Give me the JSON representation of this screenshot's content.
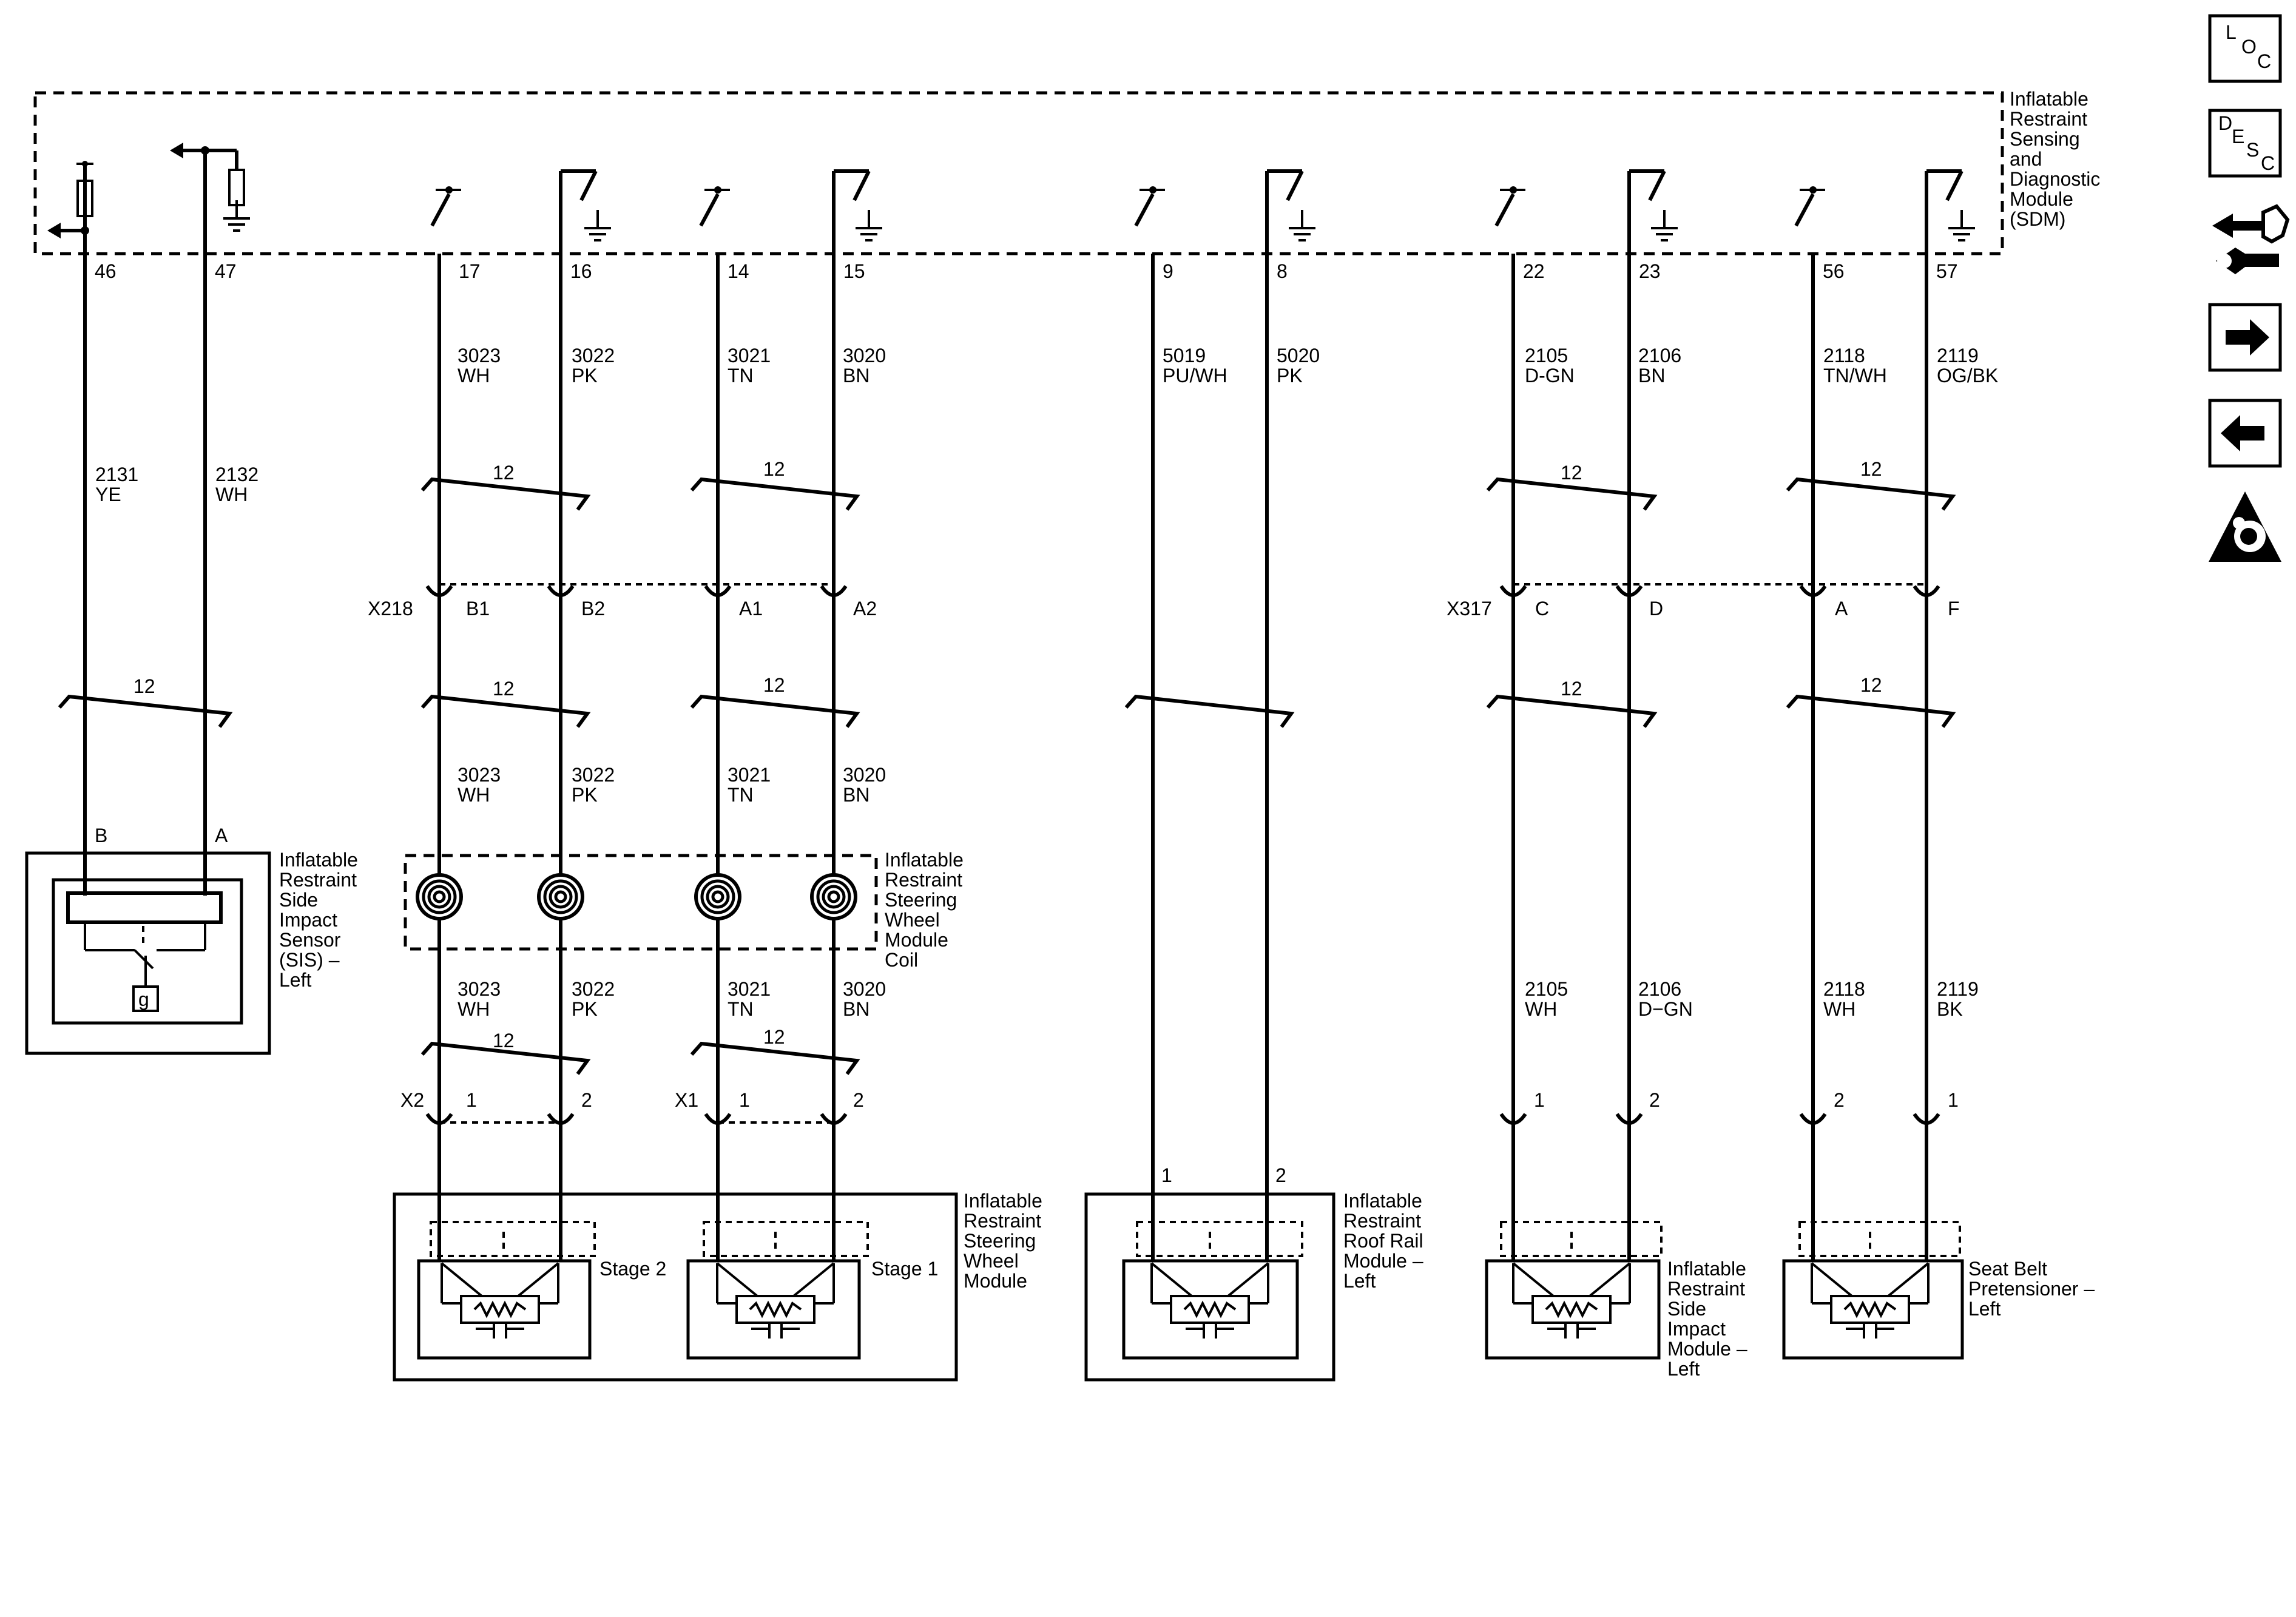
{
  "sdm": {
    "lines": [
      "Inflatable",
      "Restraint",
      "Sensing",
      "and",
      "Diagnostic",
      "Module",
      "(SDM)"
    ]
  },
  "sdm_pins": [
    {
      "key": "p46",
      "label": "46"
    },
    {
      "key": "p47",
      "label": "47"
    },
    {
      "key": "p17",
      "label": "17"
    },
    {
      "key": "p16",
      "label": "16"
    },
    {
      "key": "p14",
      "label": "14"
    },
    {
      "key": "p15",
      "label": "15"
    },
    {
      "key": "p9",
      "label": "9"
    },
    {
      "key": "p8",
      "label": "8"
    },
    {
      "key": "p22",
      "label": "22"
    },
    {
      "key": "p23",
      "label": "23"
    },
    {
      "key": "p56",
      "label": "56"
    },
    {
      "key": "p57",
      "label": "57"
    }
  ],
  "circuits_top": [
    {
      "key": "c2131",
      "num": "2131",
      "color": "YE"
    },
    {
      "key": "c2132",
      "num": "2132",
      "color": "WH"
    },
    {
      "key": "c3023a",
      "num": "3023",
      "color": "WH"
    },
    {
      "key": "c3022a",
      "num": "3022",
      "color": "PK"
    },
    {
      "key": "c3021a",
      "num": "3021",
      "color": "TN"
    },
    {
      "key": "c3020a",
      "num": "3020",
      "color": "BN"
    },
    {
      "key": "c5019",
      "num": "5019",
      "color": "PU/WH"
    },
    {
      "key": "c5020",
      "num": "5020",
      "color": "PK"
    },
    {
      "key": "c2105a",
      "num": "2105",
      "color": "D-GN"
    },
    {
      "key": "c2106a",
      "num": "2106",
      "color": "BN"
    },
    {
      "key": "c2118a",
      "num": "2118",
      "color": "TN/WH"
    },
    {
      "key": "c2119a",
      "num": "2119",
      "color": "OG/BK"
    }
  ],
  "circuits_mid": [
    {
      "key": "c3023b",
      "num": "3023",
      "color": "WH"
    },
    {
      "key": "c3022b",
      "num": "3022",
      "color": "PK"
    },
    {
      "key": "c3021b",
      "num": "3021",
      "color": "TN"
    },
    {
      "key": "c3020b",
      "num": "3020",
      "color": "BN"
    }
  ],
  "circuits_low": [
    {
      "key": "c3023c",
      "num": "3023",
      "color": "WH"
    },
    {
      "key": "c3022c",
      "num": "3022",
      "color": "PK"
    },
    {
      "key": "c3021c",
      "num": "3021",
      "color": "TN"
    },
    {
      "key": "c3020c",
      "num": "3020",
      "color": "BN"
    },
    {
      "key": "c2105b",
      "num": "2105",
      "color": "WH"
    },
    {
      "key": "c2106b",
      "num": "2106",
      "color": "D−GN"
    },
    {
      "key": "c2118b",
      "num": "2118",
      "color": "WH"
    },
    {
      "key": "c2119b",
      "num": "2119",
      "color": "BK"
    }
  ],
  "twist_label": "12",
  "connectors": {
    "x218": {
      "name": "X218",
      "pins": [
        "B1",
        "B2",
        "A1",
        "A2"
      ]
    },
    "x317": {
      "name": "X317",
      "pins": [
        "C",
        "D",
        "A",
        "F"
      ]
    },
    "x2": {
      "name": "X2",
      "pins": [
        "1",
        "2"
      ]
    },
    "x1": {
      "name": "X1",
      "pins": [
        "1",
        "2"
      ]
    }
  },
  "sis": {
    "pin_b": "B",
    "pin_a": "A",
    "ground": "g",
    "lines": [
      "Inflatable",
      "Restraint",
      "Side",
      "Impact",
      "Sensor",
      "(SIS) –",
      "Left"
    ]
  },
  "coil": {
    "lines": [
      "Inflatable",
      "Restraint",
      "Steering",
      "Wheel",
      "Module",
      "Coil"
    ]
  },
  "steering_module": {
    "stage2": "Stage 2",
    "stage1": "Stage 1",
    "lines": [
      "Inflatable",
      "Restraint",
      "Steering",
      "Wheel",
      "Module"
    ]
  },
  "roof_rail": {
    "pins": [
      "1",
      "2"
    ],
    "lines": [
      "Inflatable",
      "Restraint",
      "Roof Rail",
      "Module –",
      "Left"
    ]
  },
  "side_impact_module": {
    "pins": [
      "1",
      "2"
    ],
    "lines": [
      "Inflatable",
      "Restraint",
      "Side",
      "Impact",
      "Module –",
      "Left"
    ]
  },
  "pretensioner": {
    "pins": [
      "2",
      "1"
    ],
    "lines": [
      "Seat Belt",
      "Pretensioner –",
      "Left"
    ]
  },
  "nav": {
    "loc": [
      "L",
      "O",
      "C"
    ],
    "desc": [
      "D",
      "E",
      "S",
      "C"
    ]
  },
  "icons": [
    "location-icon",
    "description-icon",
    "connector-tool-icon",
    "next-page-icon",
    "previous-page-icon",
    "airbag-warning-icon"
  ]
}
